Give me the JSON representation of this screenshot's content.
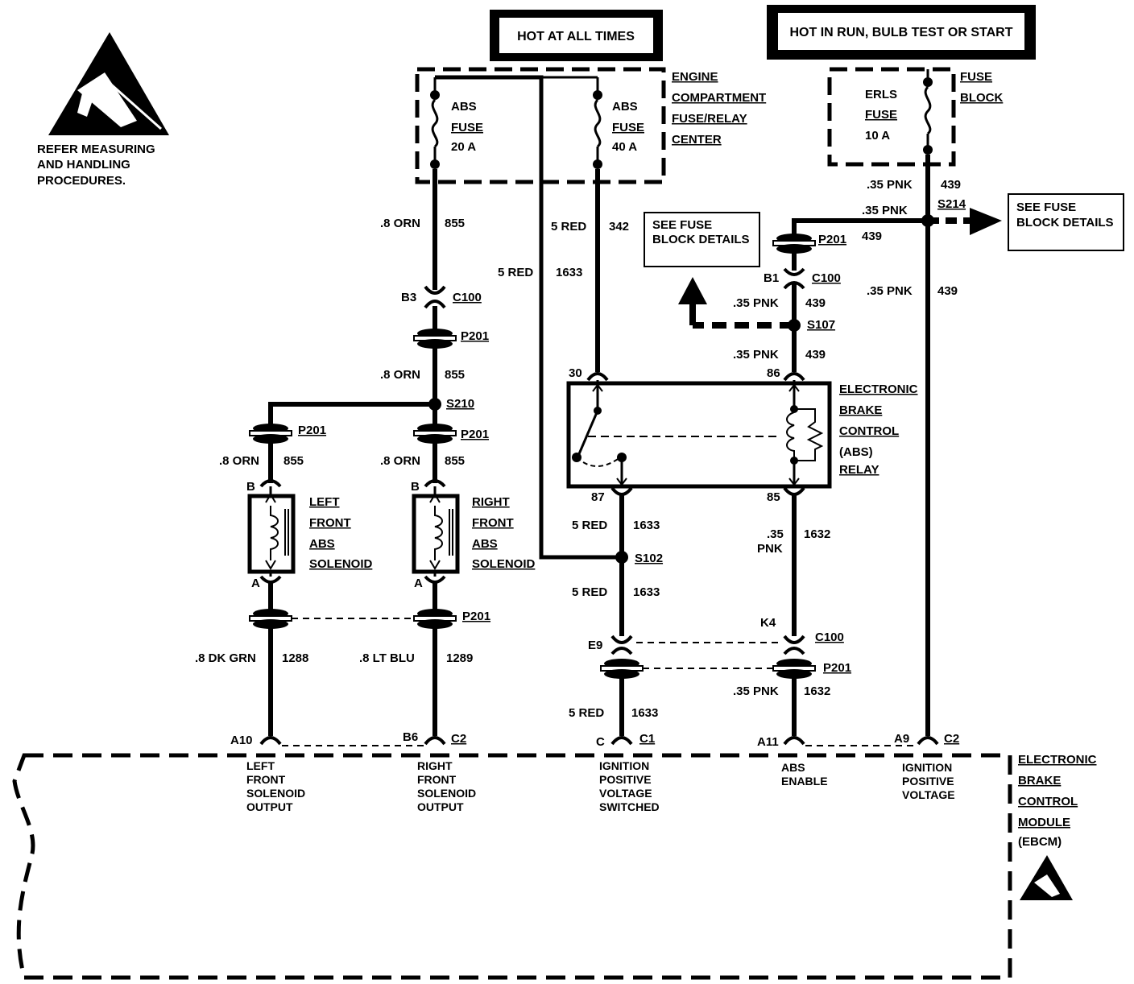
{
  "esd_note": [
    "REFER MEASURING",
    "AND HANDLING",
    "PROCEDURES."
  ],
  "hot_always": "HOT AT ALL TIMES",
  "hot_run": "HOT IN RUN, BULB TEST OR START",
  "engine_center": [
    "ENGINE",
    "COMPARTMENT",
    "FUSE/RELAY",
    "CENTER"
  ],
  "fuse_block_label": [
    "FUSE",
    "BLOCK"
  ],
  "abs_fuse_20": [
    "ABS",
    "FUSE",
    "20 A"
  ],
  "abs_fuse_40": [
    "ABS",
    "FUSE",
    "40 A"
  ],
  "erls_fuse": [
    "ERLS",
    "FUSE",
    "10 A"
  ],
  "see_fuse_block_1": [
    "SEE FUSE",
    "BLOCK DETAILS"
  ],
  "see_fuse_block_2": [
    "SEE FUSE",
    "BLOCK DETAILS"
  ],
  "relay_label": [
    "ELECTRONIC",
    "BRAKE",
    "CONTROL",
    "(ABS)",
    "RELAY"
  ],
  "left_sol_label": [
    "LEFT",
    "FRONT",
    "ABS",
    "SOLENOID"
  ],
  "right_sol_label": [
    "RIGHT",
    "FRONT",
    "ABS",
    "SOLENOID"
  ],
  "ebcm_label": [
    "ELECTRONIC",
    "BRAKE",
    "CONTROL",
    "MODULE",
    "(EBCM)"
  ],
  "ebcm_pins": {
    "left": [
      "LEFT",
      "FRONT",
      "SOLENOID",
      "OUTPUT"
    ],
    "right": [
      "RIGHT",
      "FRONT",
      "SOLENOID",
      "OUTPUT"
    ],
    "ign_sw": [
      "IGNITION",
      "POSITIVE",
      "VOLTAGE",
      "SWITCHED"
    ],
    "abs_en": [
      "ABS",
      "ENABLE"
    ],
    "ign": [
      "IGNITION",
      "POSITIVE",
      "VOLTAGE"
    ]
  },
  "texts": {
    "w855a_g": ".8 ORN",
    "w855a_n": "855",
    "b3": "B3",
    "c100a": "C100",
    "p201a": "P201",
    "w855b_g": ".8 ORN",
    "w855b_n": "855",
    "s210": "S210",
    "p201b": "P201",
    "p201c": "P201",
    "w855c_g": ".8 ORN",
    "w855c_n": "855",
    "w855d_g": ".8 ORN",
    "w855d_n": "855",
    "bL": "B",
    "bR": "B",
    "aL": "A",
    "aR": "A",
    "p201d": "P201",
    "w1288_g": ".8 DK GRN",
    "w1288_n": "1288",
    "w1289_g": ".8 LT BLU",
    "w1289_n": "1289",
    "a10": "A10",
    "b6": "B6",
    "c2a": "C2",
    "w342_g": "5 RED",
    "w342_n": "342",
    "w1633a_g": "5 RED",
    "w1633a_n": "1633",
    "pin30": "30",
    "pin87": "87",
    "pin86": "86",
    "pin85": "85",
    "w1633b_g": "5 RED",
    "w1633b_n": "1633",
    "s102": "S102",
    "w1633c_g": "5 RED",
    "w1633c_n": "1633",
    "e9": "E9",
    "w1633d_g": "5 RED",
    "w1633d_n": "1633",
    "pinC": "C",
    "c1": "C1",
    "w439a_g": ".35 PNK",
    "w439a_n": "439",
    "s214": "S214",
    "w439b_g": ".35 PNK",
    "w439b_n": "439",
    "p201e": "P201",
    "b1": "B1",
    "c100b": "C100",
    "w439c_g": ".35 PNK",
    "w439c_n": "439",
    "s107": "S107",
    "w439d_g": ".35 PNK",
    "w439d_n": "439",
    "w1632a_g1": ".35",
    "w1632a_g2": "PNK",
    "w1632a_n": "1632",
    "k4": "K4",
    "c100c": "C100",
    "p201f": "P201",
    "w1632b_g": ".35 PNK",
    "w1632b_n": "1632",
    "a11": "A11",
    "w439e_g": ".35 PNK",
    "w439e_n": "439",
    "a9": "A9",
    "c2b": "C2"
  }
}
